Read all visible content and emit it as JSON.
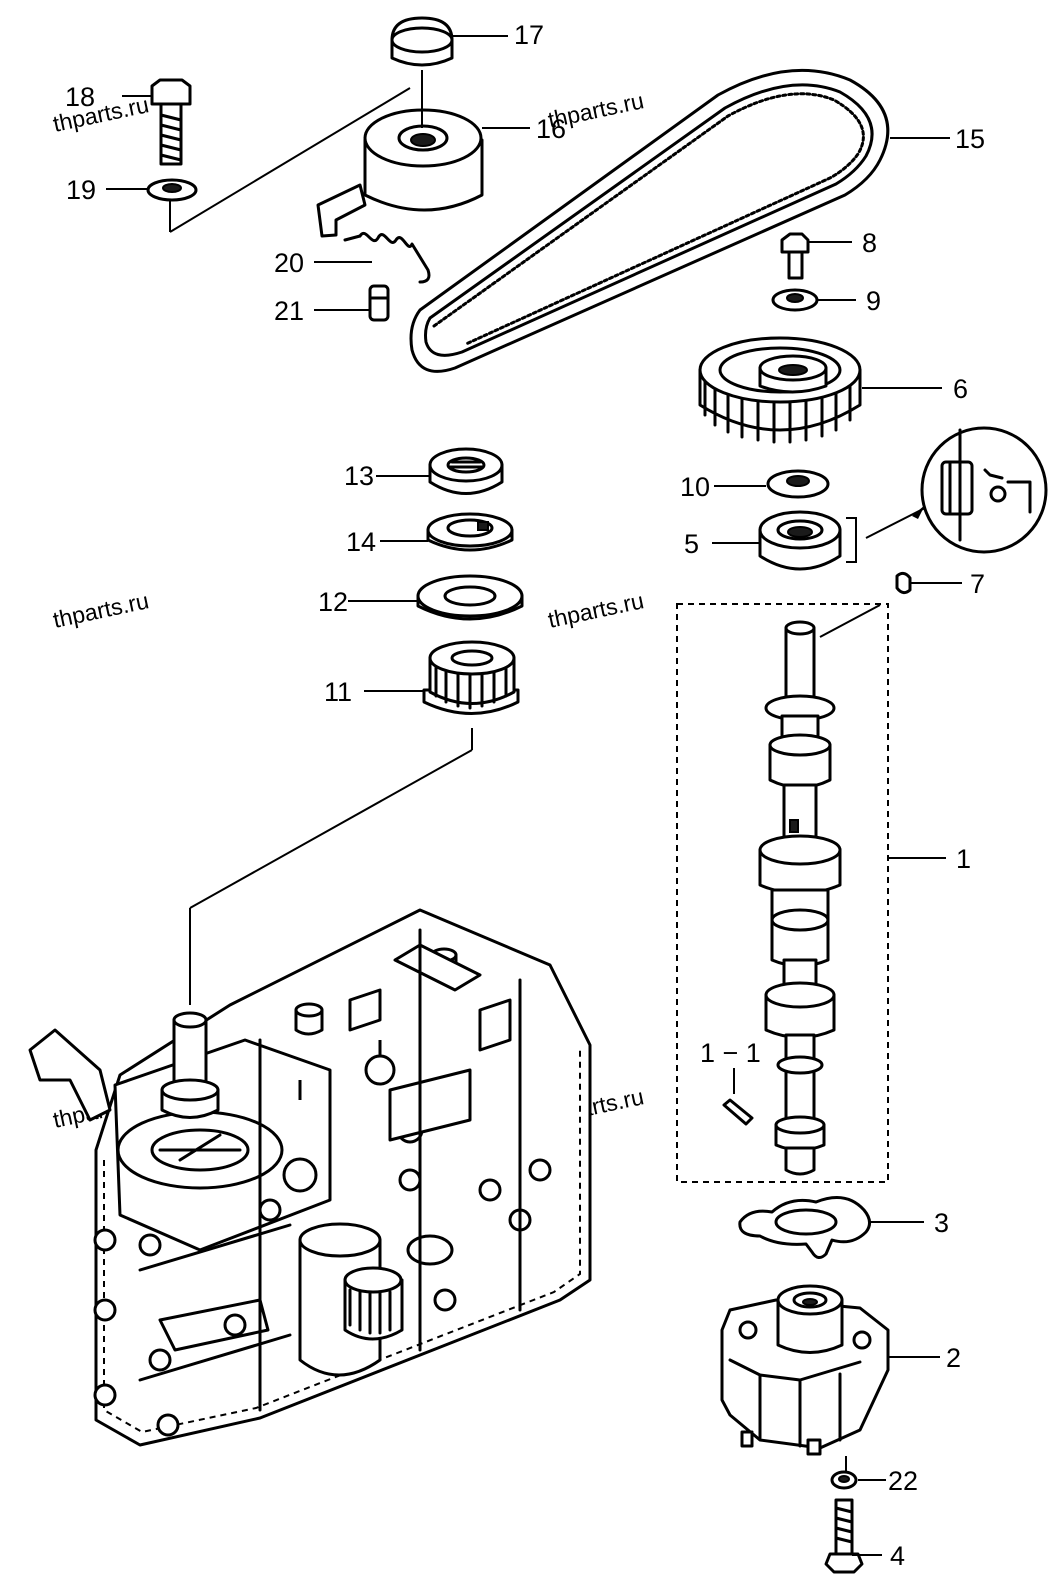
{
  "watermark": "thparts.ru",
  "callouts": {
    "c1": "1",
    "c1_1": "1 − 1",
    "c2": "2",
    "c3": "3",
    "c4": "4",
    "c5": "5",
    "c6": "6",
    "c7": "7",
    "c8": "8",
    "c9": "9",
    "c10": "10",
    "c11": "11",
    "c12": "12",
    "c13": "13",
    "c14": "14",
    "c15": "15",
    "c16": "16",
    "c17": "17",
    "c18": "18",
    "c19": "19",
    "c20": "20",
    "c21": "21",
    "c22": "22"
  }
}
